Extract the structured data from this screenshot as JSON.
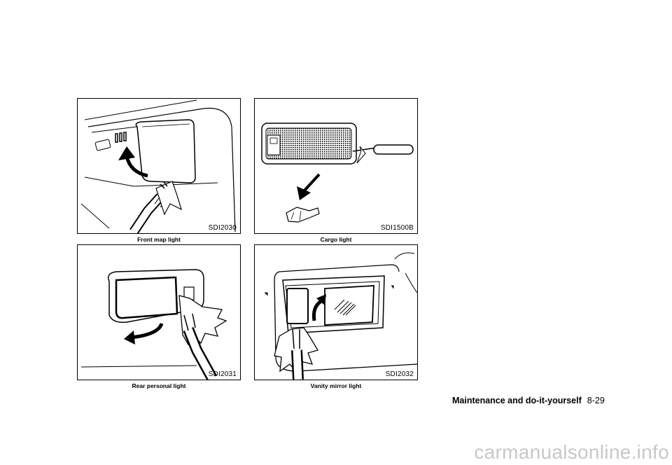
{
  "figures": [
    {
      "code": "SDI2030",
      "caption": "Front map light"
    },
    {
      "code": "SDI1500B",
      "caption": "Cargo light"
    },
    {
      "code": "SDI2031",
      "caption": "Rear personal light"
    },
    {
      "code": "SDI2032",
      "caption": "Vanity mirror light"
    }
  ],
  "footer": {
    "section": "Maintenance and do-it-yourself",
    "page": "8-29"
  },
  "watermark": "carmanualsonline.info"
}
